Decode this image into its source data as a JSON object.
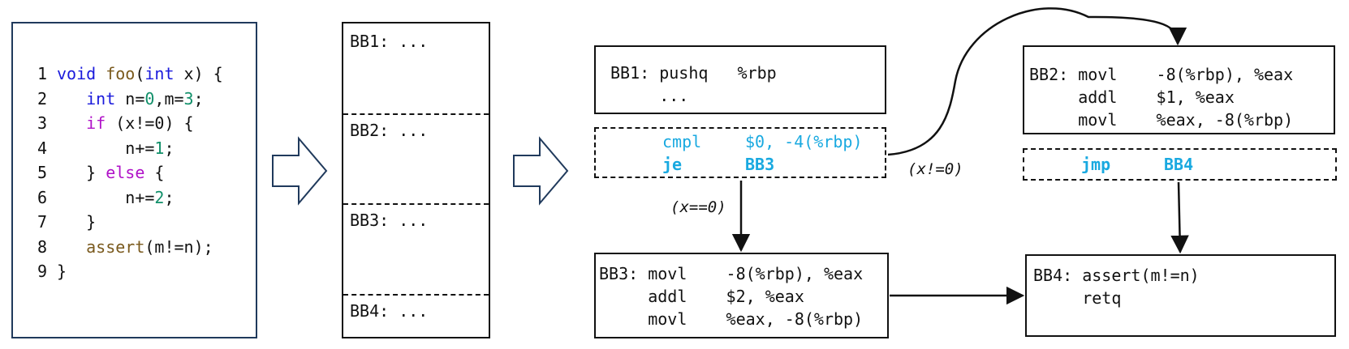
{
  "source_code": {
    "lines": [
      {
        "num": "1",
        "tokens": [
          {
            "t": "void",
            "c": "kw"
          },
          {
            "t": " ",
            "c": "txt"
          },
          {
            "t": "foo",
            "c": "fn"
          },
          {
            "t": "(",
            "c": "txt"
          },
          {
            "t": "int",
            "c": "kw"
          },
          {
            "t": " x) {",
            "c": "txt"
          }
        ]
      },
      {
        "num": "2",
        "tokens": [
          {
            "t": "   ",
            "c": "txt"
          },
          {
            "t": "int",
            "c": "kw"
          },
          {
            "t": " n=",
            "c": "txt"
          },
          {
            "t": "0",
            "c": "num"
          },
          {
            "t": ",m=",
            "c": "txt"
          },
          {
            "t": "3",
            "c": "num"
          },
          {
            "t": ";",
            "c": "txt"
          }
        ]
      },
      {
        "num": "3",
        "tokens": [
          {
            "t": "   ",
            "c": "txt"
          },
          {
            "t": "if",
            "c": "kw2"
          },
          {
            "t": " (x!=0) {",
            "c": "txt"
          }
        ]
      },
      {
        "num": "4",
        "tokens": [
          {
            "t": "       n+=",
            "c": "txt"
          },
          {
            "t": "1",
            "c": "num"
          },
          {
            "t": ";",
            "c": "txt"
          }
        ]
      },
      {
        "num": "5",
        "tokens": [
          {
            "t": "   } ",
            "c": "txt"
          },
          {
            "t": "else",
            "c": "kw2"
          },
          {
            "t": " {",
            "c": "txt"
          }
        ]
      },
      {
        "num": "6",
        "tokens": [
          {
            "t": "       n+=",
            "c": "txt"
          },
          {
            "t": "2",
            "c": "num"
          },
          {
            "t": ";",
            "c": "txt"
          }
        ]
      },
      {
        "num": "7",
        "tokens": [
          {
            "t": "   }",
            "c": "txt"
          }
        ]
      },
      {
        "num": "8",
        "tokens": [
          {
            "t": "   ",
            "c": "txt"
          },
          {
            "t": "assert",
            "c": "fn"
          },
          {
            "t": "(m!=n);",
            "c": "txt"
          }
        ]
      },
      {
        "num": "9",
        "tokens": [
          {
            "t": "}",
            "c": "txt"
          }
        ]
      }
    ]
  },
  "bb_column": {
    "bb1": "BB1: ...",
    "bb2": "BB2: ...",
    "bb3": "BB3: ...",
    "bb4": "BB4: ..."
  },
  "cfg": {
    "bb1": {
      "line1": "BB1: pushq   %rbp",
      "line2": "     ..."
    },
    "bb1_branch": {
      "op1": "cmpl",
      "arg1": "$0, -4(%rbp)",
      "op2": "je",
      "arg2": "BB3"
    },
    "bb2": {
      "line1": "BB2: movl    -8(%rbp), %eax",
      "line2": "     addl    $1, %eax",
      "line3": "     movl    %eax, -8(%rbp)"
    },
    "bb2_branch": {
      "op1": "jmp",
      "arg1": "BB4"
    },
    "bb3": {
      "line1": "BB3: movl    -8(%rbp), %eax",
      "line2": "     addl    $2, %eax",
      "line3": "     movl    %eax, -8(%rbp)"
    },
    "bb4": {
      "line1": "BB4: assert(m!=n)",
      "line2": "     retq"
    },
    "cond_true": "(x!=0)",
    "cond_false": "(x==0)"
  },
  "colors": {
    "panel_border": "#203a5c",
    "branch_text": "#19a9e0",
    "keyword": "#1a1adc",
    "control_keyword": "#b012c8",
    "function": "#7a5a1e",
    "number": "#11906a"
  }
}
